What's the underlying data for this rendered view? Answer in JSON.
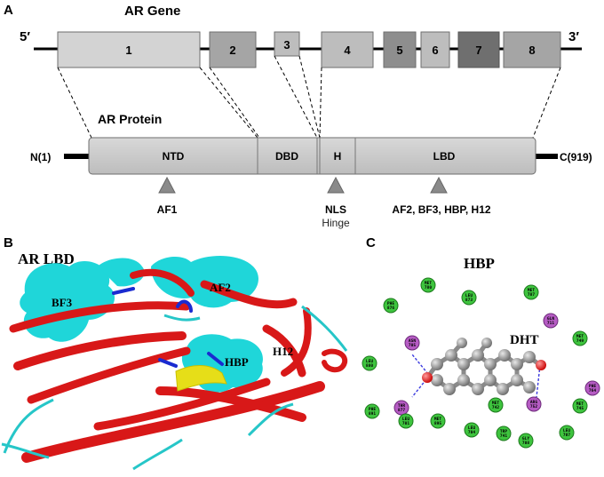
{
  "panel_a": {
    "label": "A",
    "gene_title": "AR Gene",
    "five_prime": "5′",
    "three_prime": "3′",
    "exons": [
      "1",
      "2",
      "3",
      "4",
      "5",
      "6",
      "7",
      "8"
    ],
    "protein_title": "AR Protein",
    "n_term": "N(1)",
    "c_term": "C(919)",
    "domains": [
      "NTD",
      "DBD",
      "H",
      "LBD"
    ],
    "markers": {
      "af1": "AF1",
      "nls": "NLS",
      "hinge": "Hinge",
      "lbd_sites": "AF2, BF3, HBP, H12"
    }
  },
  "panel_b": {
    "label": "B",
    "title": "AR LBD",
    "labels": {
      "bf3": "BF3",
      "af2": "AF2",
      "hbp": "HBP",
      "h12": "H12"
    }
  },
  "panel_c": {
    "label": "C",
    "title": "HBP",
    "ligand": "DHT",
    "residues": [
      {
        "name": "MET",
        "num": "780"
      },
      {
        "name": "LEU",
        "num": "873"
      },
      {
        "name": "MET",
        "num": "787"
      },
      {
        "name": "PHE",
        "num": "876"
      },
      {
        "name": "GLN",
        "num": "711"
      },
      {
        "name": "MET",
        "num": "749"
      },
      {
        "name": "ASN",
        "num": "705"
      },
      {
        "name": "LEU",
        "num": "880"
      },
      {
        "name": "PHE",
        "num": "764"
      },
      {
        "name": "THR",
        "num": "877"
      },
      {
        "name": "MET",
        "num": "742"
      },
      {
        "name": "MET",
        "num": "745"
      },
      {
        "name": "ARG",
        "num": "752"
      },
      {
        "name": "PHE",
        "num": "891"
      },
      {
        "name": "LEU",
        "num": "701"
      },
      {
        "name": "MET",
        "num": "895"
      },
      {
        "name": "LEU",
        "num": "704"
      },
      {
        "name": "TRP",
        "num": "741"
      },
      {
        "name": "GLY",
        "num": "708"
      },
      {
        "name": "LEU",
        "num": "707"
      }
    ]
  }
}
